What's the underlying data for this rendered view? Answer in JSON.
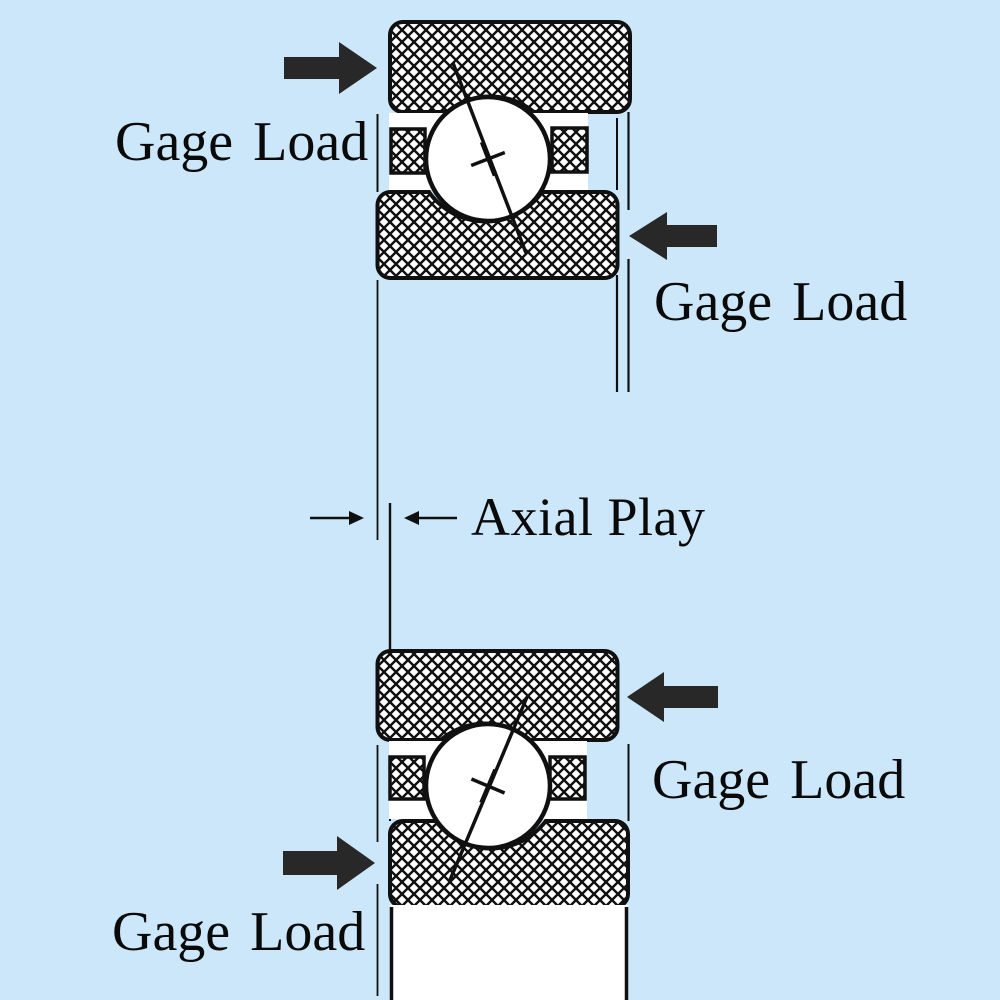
{
  "colors": {
    "background": "#cce7fa",
    "ink": "#101010",
    "arrow": "#282828",
    "text": "#0a0a0a",
    "part_fill": "#ffffff"
  },
  "labels": {
    "gage_load_top_left": "Gage Load",
    "gage_load_top_right": "Gage Load",
    "gage_load_bottom_right": "Gage Load",
    "gage_load_bottom_left": "Gage Load",
    "axial_play": "Axial Play"
  }
}
